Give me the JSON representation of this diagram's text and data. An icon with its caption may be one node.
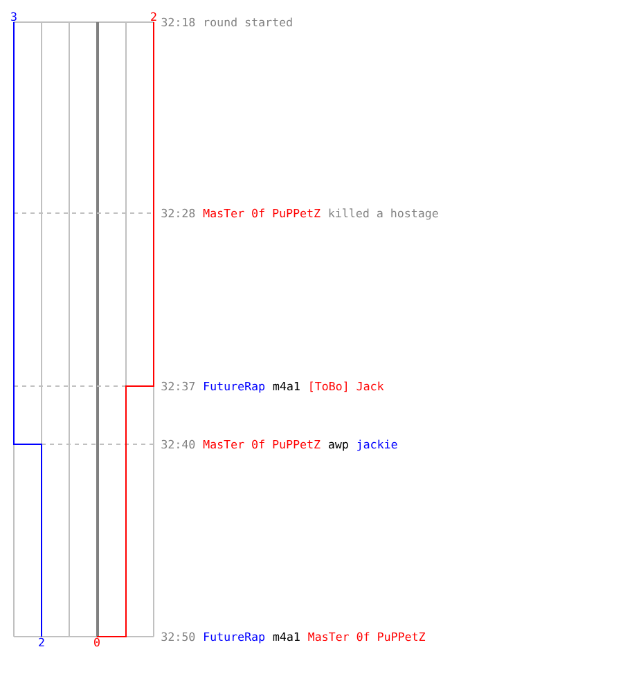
{
  "diagram": {
    "labels": [
      "3",
      "2",
      "32:18",
      "round started",
      "32:28",
      "MasTer 0f PuPPetZ",
      "killed a hostage",
      "32:37",
      "FutureRap",
      "m4a1",
      "[ToBo] Jack",
      "32:40",
      "MasTer 0f PuPPetZ",
      "awp",
      "jackie",
      "32:50",
      "FutureRap",
      "m4a1",
      "MasTer 0f PuPPetZ",
      "2",
      "0"
    ]
  }
}
